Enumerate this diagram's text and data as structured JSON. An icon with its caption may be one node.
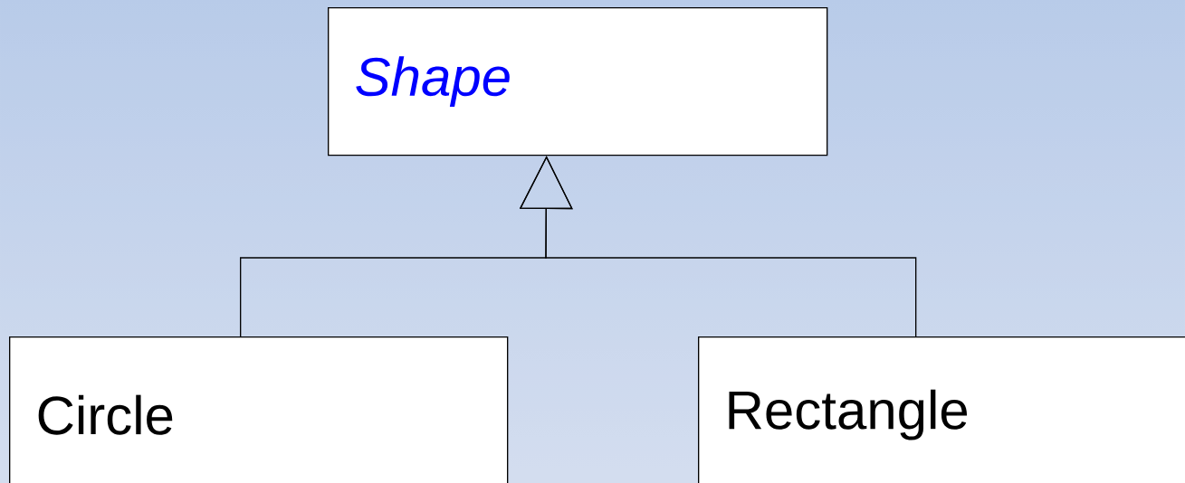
{
  "diagram": {
    "nodes": [
      {
        "text": [
          "Shape"
        ]
      },
      {
        "text": [
          "Circle"
        ]
      },
      {
        "text": [
          "Rectangle"
        ]
      }
    ],
    "edges": [
      {
        "from": 1,
        "to": 0,
        "arrow": "to"
      },
      {
        "from": 2,
        "to": 0,
        "arrow": "to"
      }
    ]
  }
}
